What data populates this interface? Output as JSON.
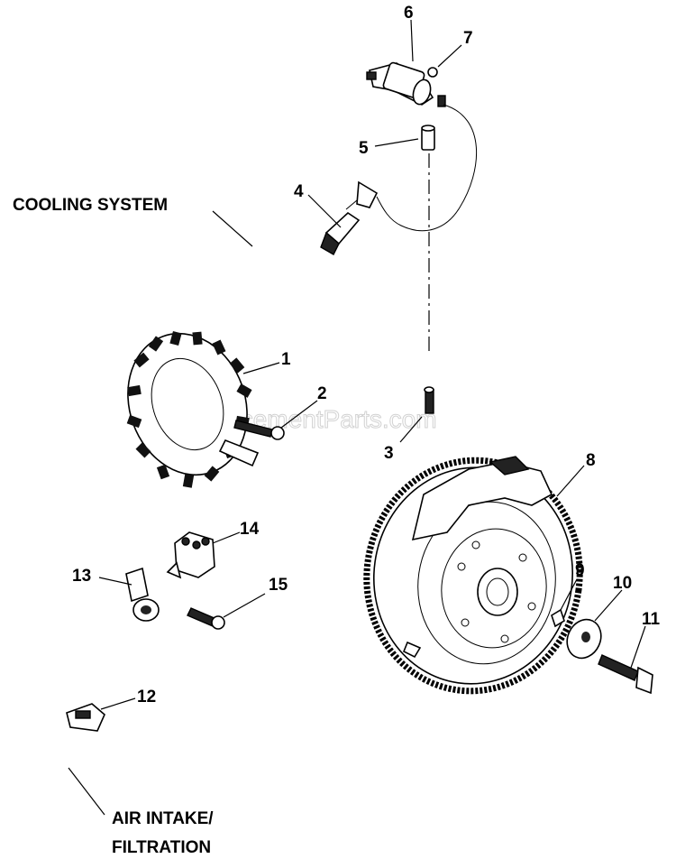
{
  "sections": {
    "cooling_system": "COOLING SYSTEM",
    "air_intake_line1": "AIR INTAKE/",
    "air_intake_line2": "FILTRATION"
  },
  "watermark": "eReplacementParts.com",
  "callouts": [
    "1",
    "2",
    "3",
    "4",
    "5",
    "6",
    "7",
    "8",
    "9",
    "10",
    "11",
    "12",
    "13",
    "14",
    "15"
  ]
}
